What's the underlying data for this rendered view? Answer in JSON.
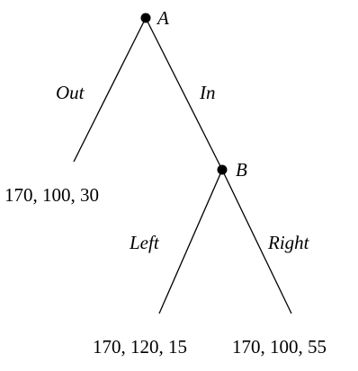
{
  "tree": {
    "nodes": {
      "A": {
        "label": "A"
      },
      "B": {
        "label": "B"
      }
    },
    "edges": {
      "out": {
        "label": "Out"
      },
      "in": {
        "label": "In"
      },
      "left": {
        "label": "Left"
      },
      "right": {
        "label": "Right"
      }
    },
    "payoffs": {
      "out": "170, 100, 30",
      "left": "170, 120, 15",
      "right": "170, 100, 55"
    }
  }
}
